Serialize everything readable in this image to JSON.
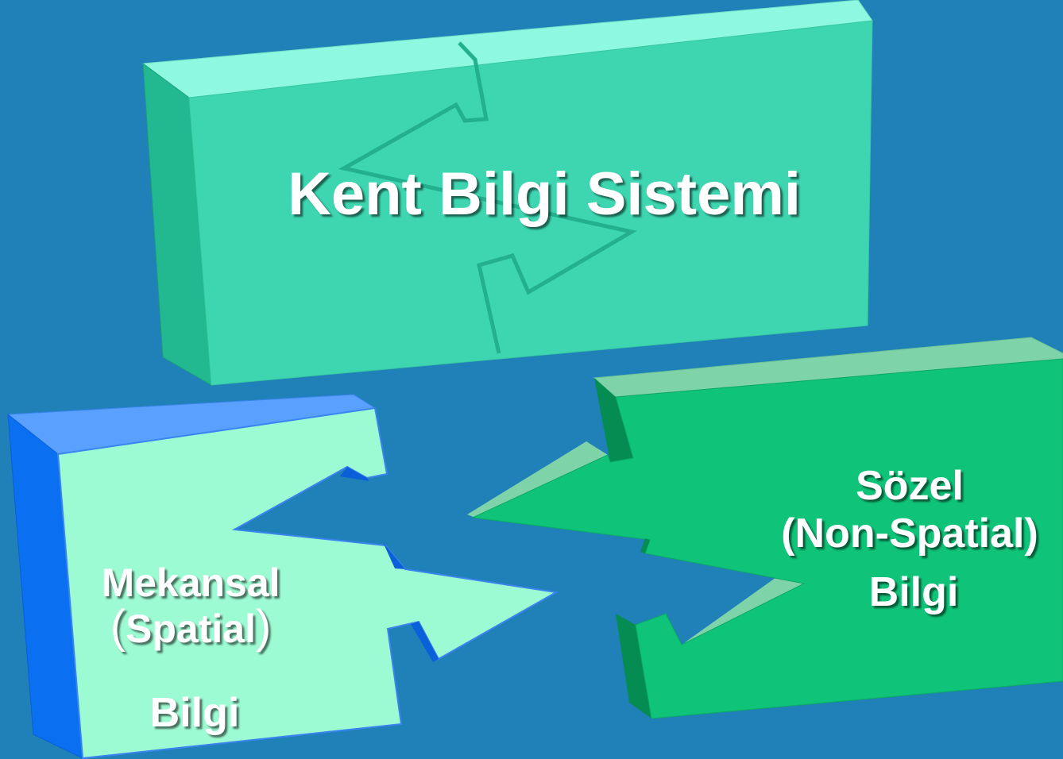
{
  "diagram": {
    "title": "Kent Bilgi Sistemi",
    "left_piece": {
      "line1": "Mekansal",
      "paren_open": "(",
      "line2": "Spatial",
      "paren_close": ")",
      "line3": "Bilgi"
    },
    "right_piece": {
      "line1": "Sözel",
      "line2": "(Non-Spatial)",
      "line3": "Bilgi"
    }
  },
  "colors": {
    "background": "#2080b8",
    "top_block_face": "#3dd6b0",
    "top_block_top": "#8ef8e0",
    "top_block_side": "#22b890",
    "left_piece_face": "#9cfbd2",
    "left_piece_top": "#5aa0ff",
    "left_piece_side": "#0a6ff0",
    "right_piece_face": "#0fc479",
    "right_piece_top": "#7ed4a8",
    "right_piece_side": "#058c52",
    "text": "#ffffff"
  },
  "icons": {
    "top_block": "puzzle-block",
    "left_piece": "puzzle-piece-male",
    "right_piece": "puzzle-piece-female"
  }
}
